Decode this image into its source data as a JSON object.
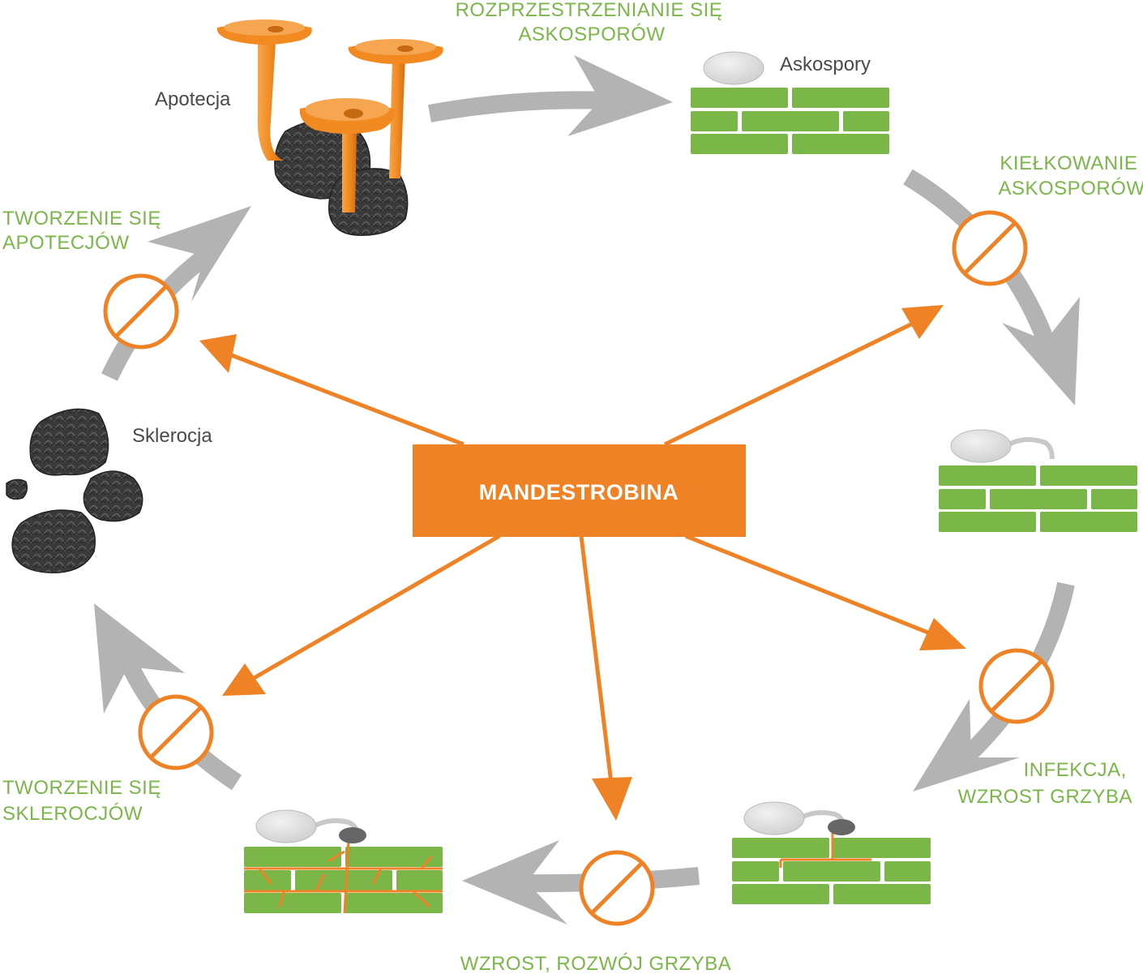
{
  "colors": {
    "green": "#7ab648",
    "orange": "#ef8224",
    "grey_arrow": "#b3b3b3",
    "spore": "#e1e1e1",
    "sclerotium": "#3a3a3a",
    "text_dark": "#4a4a4a"
  },
  "center": {
    "label": "MANDESTROBINA"
  },
  "stages": {
    "ascospore_spread": [
      "ROZPRZESTRZENIANIE SIĘ",
      "ASKOSPORÓW"
    ],
    "ascospore_germination": [
      "KIEŁKOWANIE",
      "ASKOSPORÓW"
    ],
    "infection": [
      "INFEKCJA,",
      "WZROST GRZYBA"
    ],
    "growth": [
      "WZROST, ROZWÓJ GRZYBA"
    ],
    "sclerotia_formation": [
      "TWORZENIE SIĘ",
      "SKLEROCJÓW"
    ],
    "apothecia_formation": [
      "TWORZENIE SIĘ",
      "APOTECJÓW"
    ]
  },
  "objects": {
    "apothecia": "Apotecja",
    "ascospores": "Askospory",
    "sclerotia": "Sklerocja"
  },
  "icons": {
    "blocked": "prohibition-icon",
    "tissue": "plant-tissue-icon",
    "spore": "ascospore-icon",
    "sclerotium": "sclerotium-icon",
    "apothecium": "apothecium-icon"
  }
}
